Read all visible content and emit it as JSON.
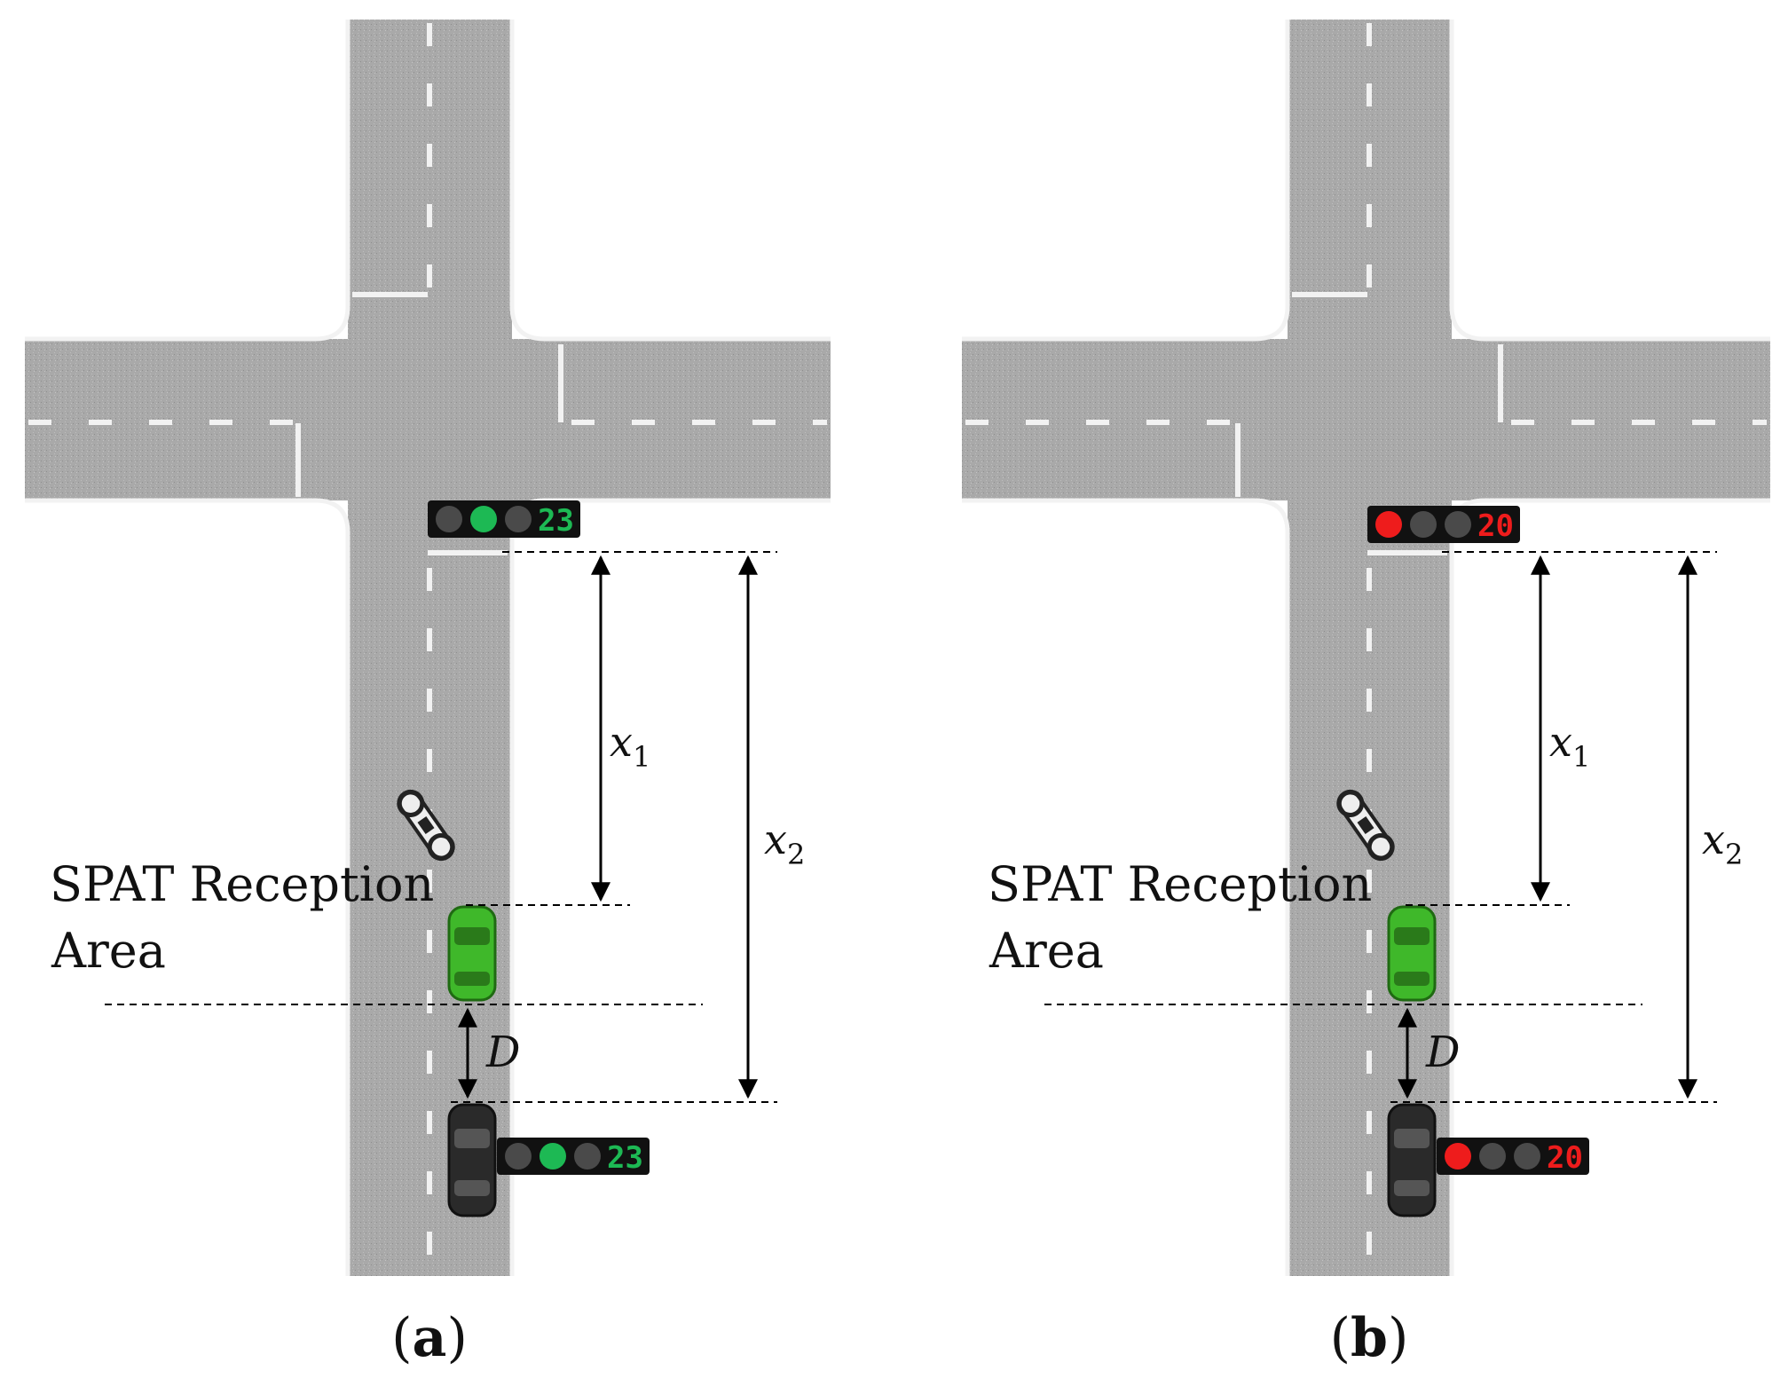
{
  "panels": [
    {
      "id": "a",
      "caption": "(a)",
      "caption_letter": "a",
      "signal_state": "green",
      "signal_color": "#1db954",
      "countdown": "23",
      "reception_label_line1": "SPAT Reception",
      "reception_label_line2": "Area",
      "x1_label": "x",
      "x1_sub": "1",
      "x2_label": "x",
      "x2_sub": "2",
      "d_label": "D"
    },
    {
      "id": "b",
      "caption": "(b)",
      "caption_letter": "b",
      "signal_state": "red",
      "signal_color": "#ee1c1c",
      "countdown": "20",
      "reception_label_line1": "SPAT Reception",
      "reception_label_line2": "Area",
      "x1_label": "x",
      "x1_sub": "1",
      "x2_label": "x",
      "x2_sub": "2",
      "d_label": "D"
    }
  ],
  "colors": {
    "road": "#a9a9a9",
    "road_edge": "#f2f2f2",
    "lamp_off": "#4a4a4a",
    "housing": "#111111",
    "green_car": "#3fb82a",
    "black_car": "#2a2a2a"
  }
}
